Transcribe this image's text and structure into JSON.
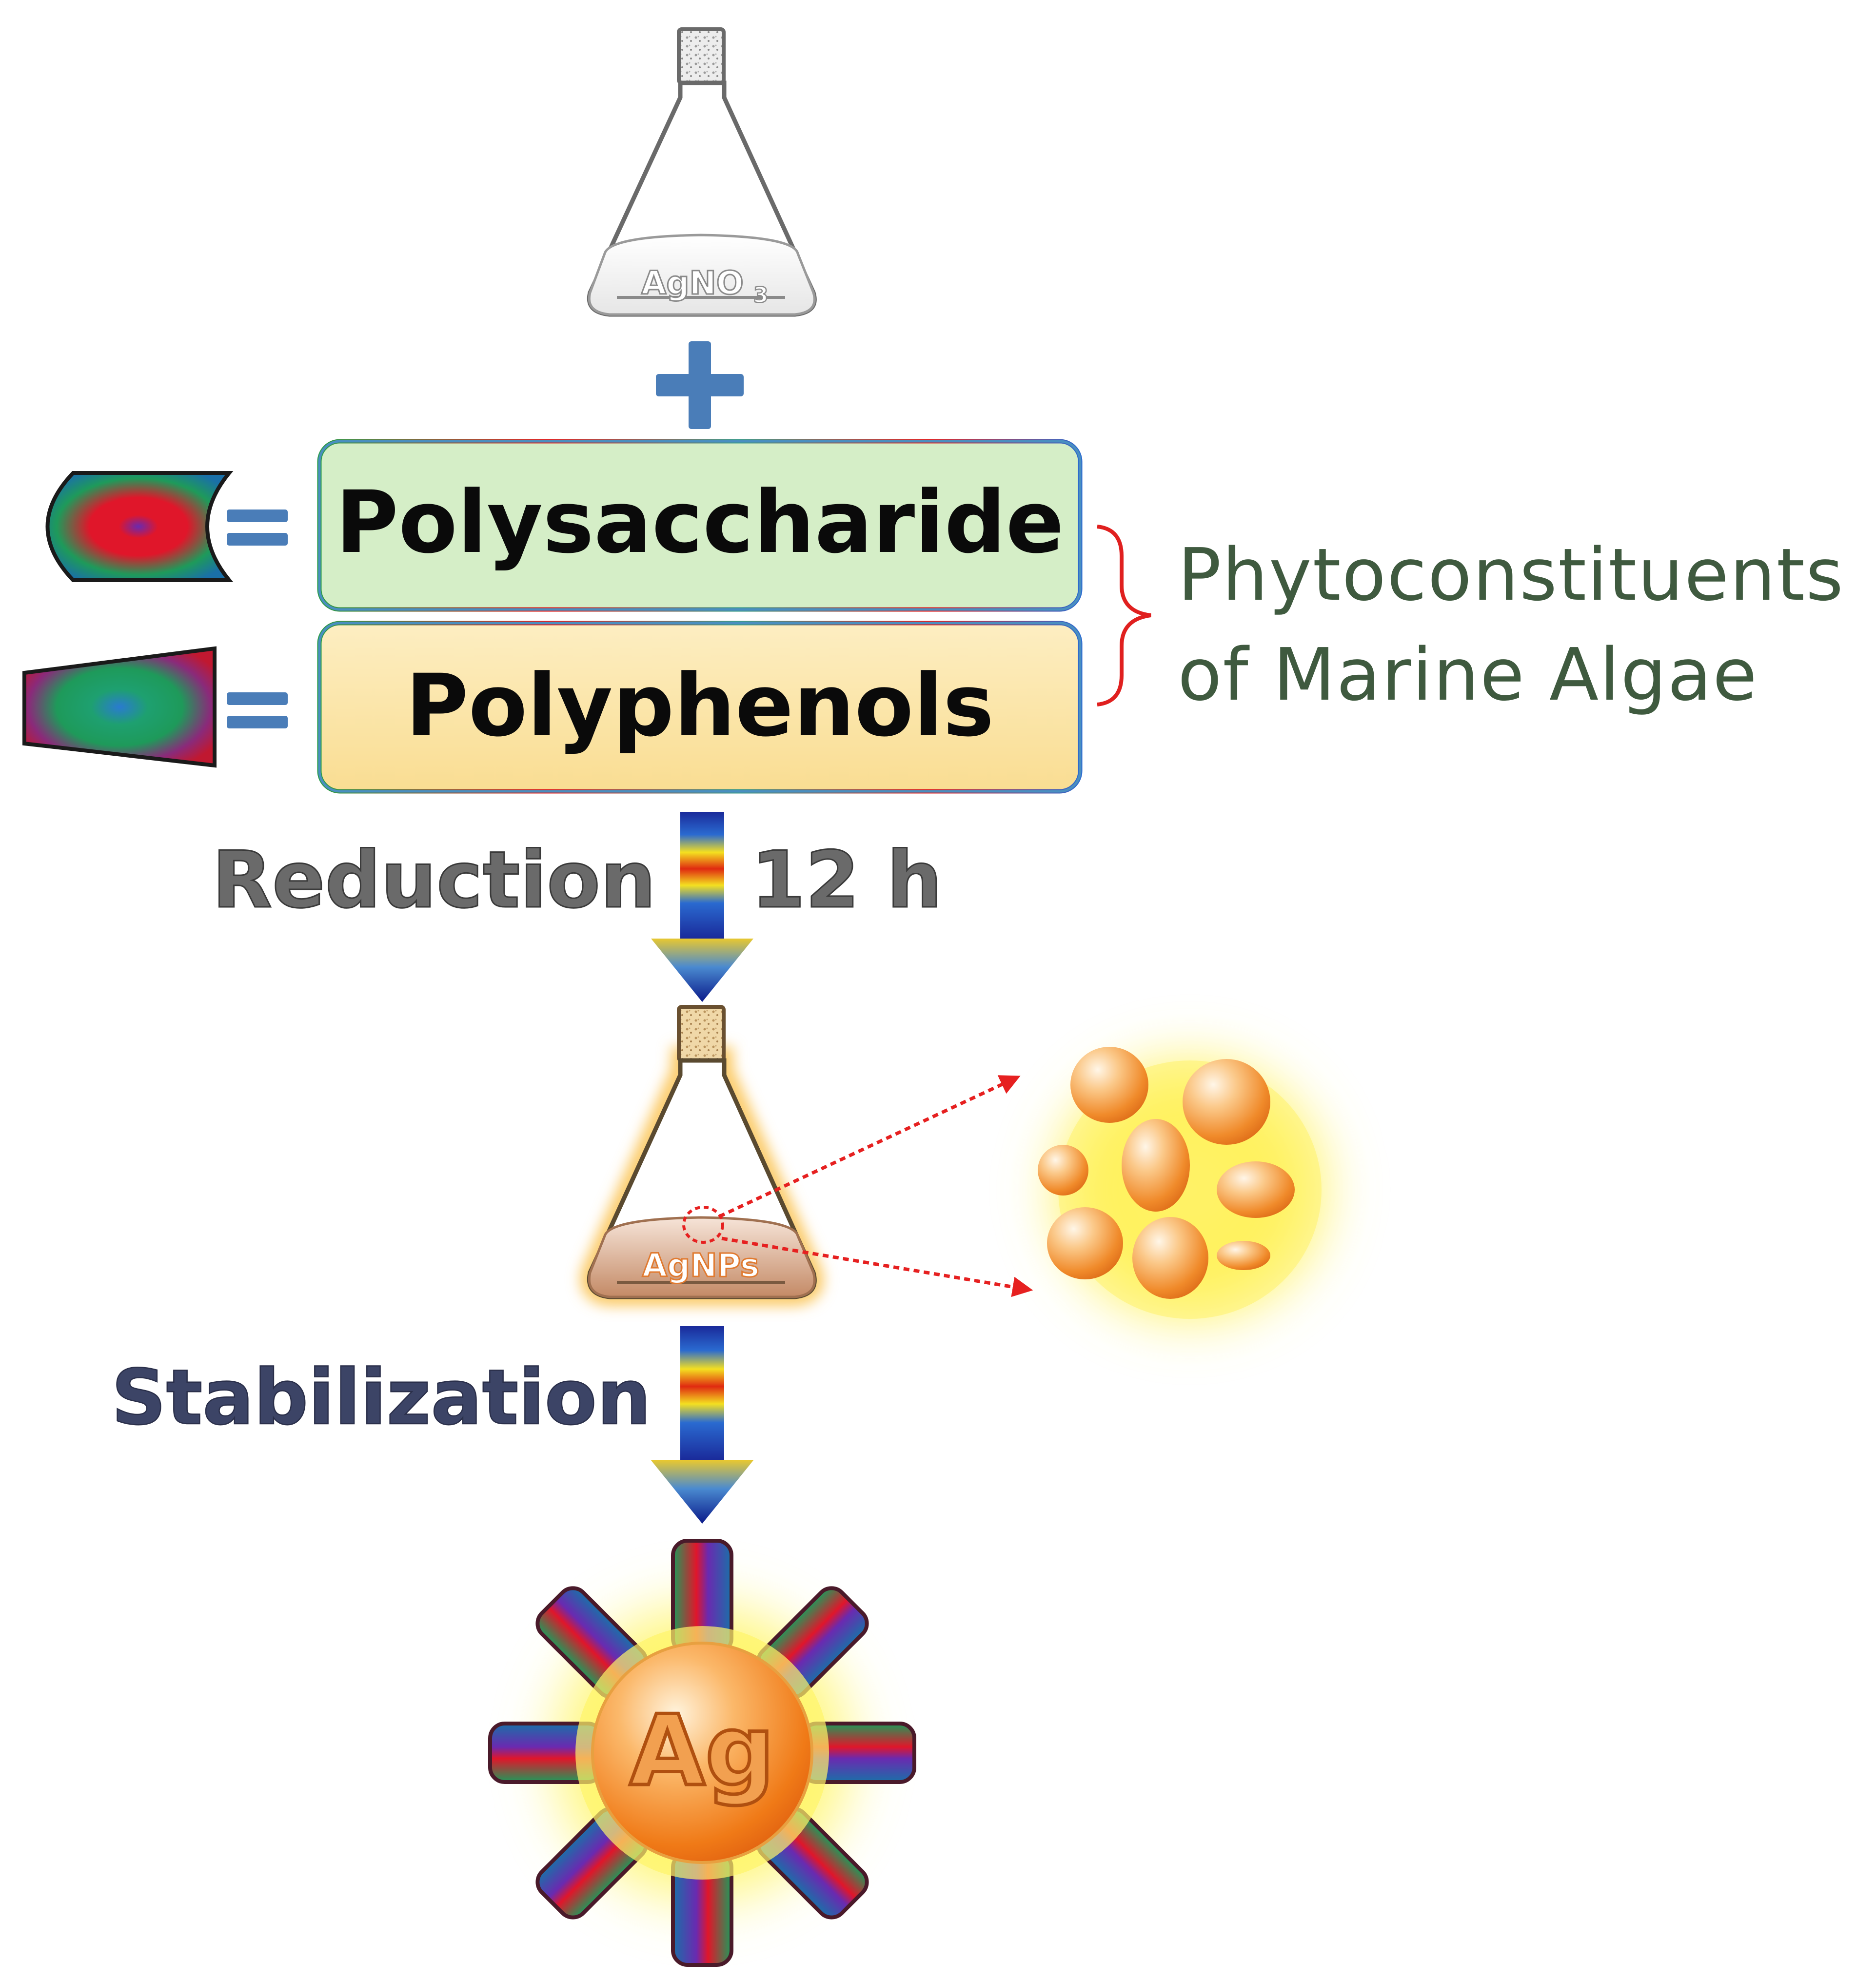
{
  "flask_top": {
    "label_main": "AgNO",
    "label_sub": "3"
  },
  "components": [
    {
      "label": "Polysaccharide",
      "fill": "#d5eec7"
    },
    {
      "label": "Polyphenols",
      "fill": "#fce8b2"
    }
  ],
  "brace_label": {
    "line1": "Phytoconstituents",
    "line2": "of Marine Algae"
  },
  "steps": {
    "reduction_label": "Reduction",
    "reduction_time": "12 h",
    "stabilization_label": "Stabilization"
  },
  "flask_bottom": {
    "label": "AgNPs"
  },
  "product": {
    "core_label": "Ag"
  },
  "colors": {
    "plus": "#4a7db8",
    "equals": "#4a7db8",
    "brace": "#e0201f",
    "brace_text": "#3f5a3f",
    "reduction_text": "#6a6a6a",
    "stabilization_text": "#3c4466",
    "dotted_arrow": "#e62020",
    "core": "#f07a17",
    "core_text": "#b05010"
  }
}
